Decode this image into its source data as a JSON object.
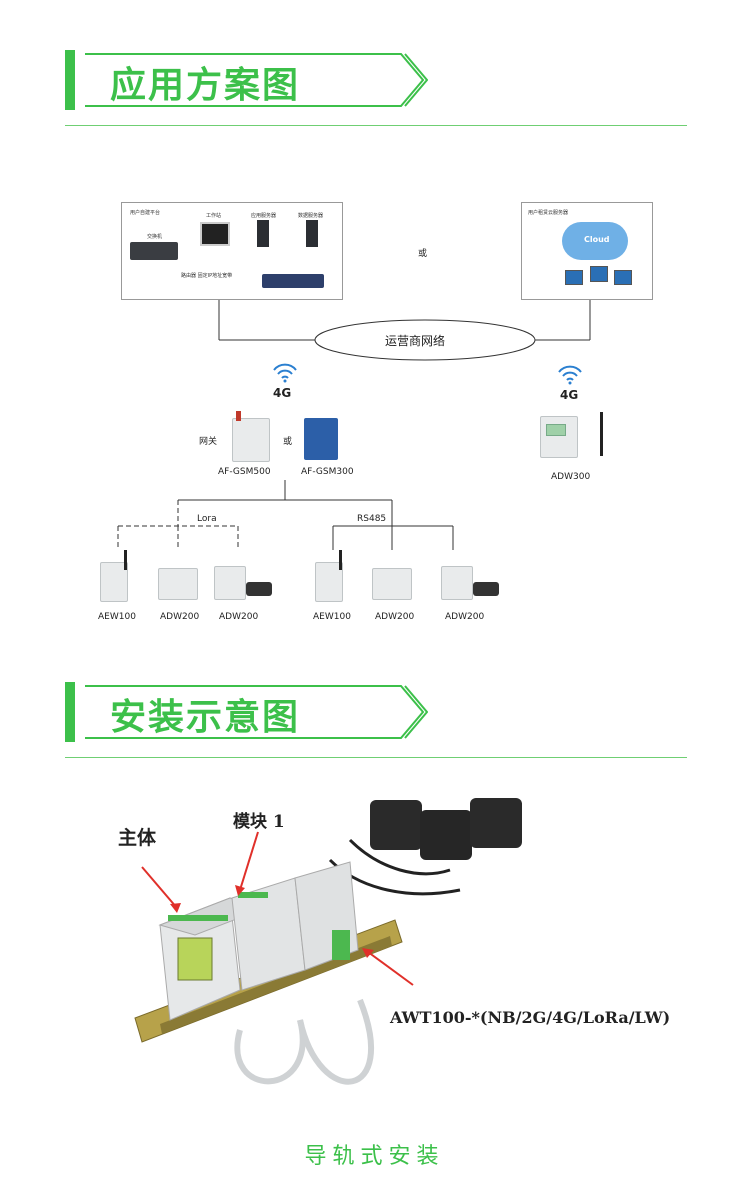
{
  "sections": {
    "application": {
      "title": "应用方案图"
    },
    "installation": {
      "title": "安装示意图",
      "caption": "导轨式安装"
    }
  },
  "diagram": {
    "left_box": {
      "title": "用户自建平台",
      "switch": "交换机",
      "workstation": "工作站",
      "app_server": "应用服务器",
      "data_server": "数据服务器",
      "router": "路由器 固定IP地址宽带"
    },
    "or_top": "或",
    "right_box": {
      "title": "用户租赁云服务器",
      "cloud": "Cloud"
    },
    "network": "运营商网络",
    "signal_left": "4G",
    "signal_right": "4G",
    "gateway_label": "网关",
    "or_mid": "或",
    "gsm500": "AF-GSM500",
    "gsm300": "AF-GSM300",
    "adw300": "ADW300",
    "lora": "Lora",
    "rs485": "RS485",
    "bottom_left": [
      "AEW100",
      "ADW200",
      "ADW200"
    ],
    "bottom_right": [
      "AEW100",
      "ADW200",
      "ADW200"
    ]
  },
  "install": {
    "main_label": "主体",
    "module_label": "模块 1",
    "model_label": "AWT100-*(NB/2G/4G/LoRa/LW)"
  },
  "colors": {
    "accent": "#3cc04a",
    "arrow": "#e0302a"
  }
}
